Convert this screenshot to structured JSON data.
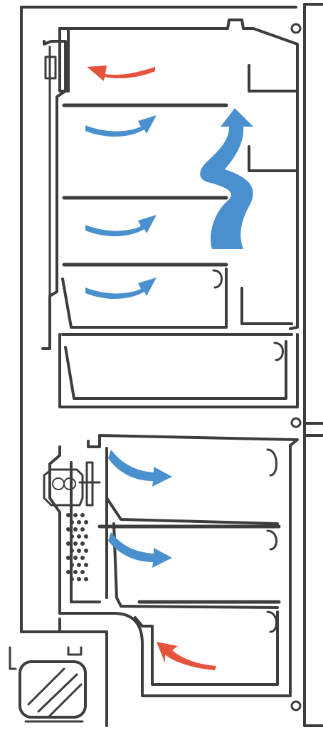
{
  "diagram": {
    "kind": "refrigerator-airflow-cross-section",
    "compartments": [
      "fridge",
      "freezer"
    ],
    "flows": [
      {
        "name": "fridge-return",
        "type": "warm"
      },
      {
        "name": "fridge-shelf-1",
        "type": "cold"
      },
      {
        "name": "fridge-shelf-2",
        "type": "cold"
      },
      {
        "name": "fridge-shelf-3",
        "type": "cold"
      },
      {
        "name": "fridge-riser",
        "type": "cold"
      },
      {
        "name": "freezer-drawer-1",
        "type": "cold"
      },
      {
        "name": "freezer-drawer-2",
        "type": "cold"
      },
      {
        "name": "freezer-return",
        "type": "warm"
      }
    ],
    "colors": {
      "outline": "#3d3d3d",
      "cold": "#4a90cf",
      "warm": "#e5533c",
      "background": "#ffffff"
    },
    "icons": [
      "evaporator-fan-icon",
      "compressor-icon",
      "hinge-icon"
    ]
  }
}
